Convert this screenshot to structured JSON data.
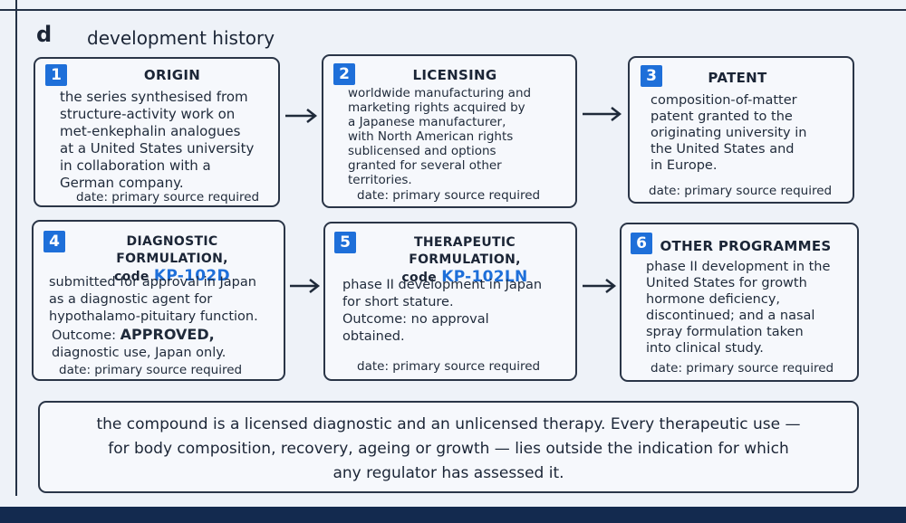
{
  "panel": {
    "letter": "d",
    "title": "development history"
  },
  "cards": [
    {
      "number": "1",
      "heading": "ORIGIN",
      "body": [
        "the series synthesised from",
        "structure-activity work on",
        "met-enkephalin analogues",
        "at a United States university",
        "in collaboration with a",
        "German company."
      ],
      "date": "date: primary source required"
    },
    {
      "number": "2",
      "heading": "LICENSING",
      "body": [
        "worldwide manufacturing and",
        "marketing rights acquired by",
        "a Japanese manufacturer,",
        "with North American rights",
        "sublicensed and options",
        "granted for several other",
        "territories."
      ],
      "date": "date: primary source required"
    },
    {
      "number": "3",
      "heading": "PATENT",
      "body": [
        "composition-of-matter",
        "patent granted to the",
        "originating university in",
        "the United States and",
        "in Europe."
      ],
      "date": "date: primary source required"
    },
    {
      "number": "4",
      "heading": "DIAGNOSTIC FORMULATION,",
      "code_prefix": "code ",
      "code": "KP-102D",
      "body": [
        "submitted for approval in Japan",
        "as a diagnostic agent for",
        "hypothalamo-pituitary function."
      ],
      "outcome_label": "Outcome: ",
      "outcome_value": "APPROVED,",
      "outcome_detail": "diagnostic use, Japan only.",
      "date": "date: primary source required"
    },
    {
      "number": "5",
      "heading": "THERAPEUTIC FORMULATION,",
      "code_prefix": "code ",
      "code": "KP-102LN",
      "body": [
        "phase II development in Japan",
        "for short stature."
      ],
      "outcome": [
        "Outcome: no approval",
        "obtained."
      ],
      "date": "date: primary source required"
    },
    {
      "number": "6",
      "heading": "OTHER PROGRAMMES",
      "body": [
        "phase II development in the",
        "United States for growth",
        "hormone deficiency,",
        "discontinued; and a nasal",
        "spray formulation taken",
        "into clinical study."
      ],
      "date": "date: primary source required"
    }
  ],
  "note": {
    "lines": [
      "the compound is a licensed diagnostic and an unlicensed therapy. Every therapeutic use —",
      "for body composition, recovery, ageing or growth — lies outside the indication for  which",
      "any regulator has assessed it."
    ]
  },
  "colors": {
    "accent": "#1e6fd9",
    "border": "#2a3547",
    "bottom_bar": "#132a4f"
  }
}
